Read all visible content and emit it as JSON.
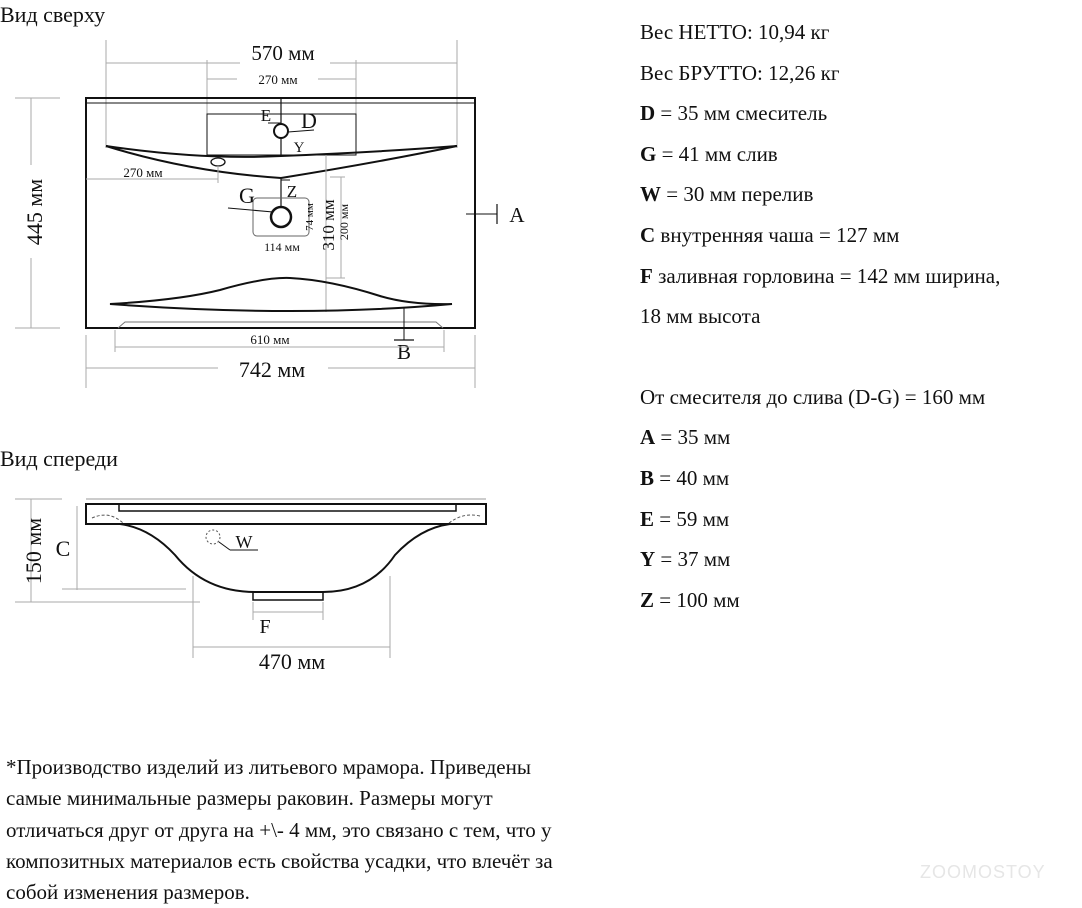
{
  "top_view": {
    "title": "Вид сверху",
    "dim_width_inner": "570 мм",
    "dim_faucet_zone": "270 мм",
    "dim_overflow_offset": "270 мм",
    "dim_drain_width": "114 мм",
    "dim_drain_height": "74 мм",
    "dim_310": "310 мм",
    "dim_200": "200 мм",
    "dim_depth": "445 мм",
    "dim_front": "610 мм",
    "dim_total_width": "742 мм",
    "labels": {
      "E": "E",
      "D": "D",
      "Y": "Y",
      "Z": "Z",
      "G": "G",
      "A": "A",
      "B": "B"
    }
  },
  "front_view": {
    "title": "Вид спереди",
    "dim_height": "150 мм",
    "dim_bowl_width": "470 мм",
    "labels": {
      "C": "C",
      "W": "W",
      "F": "F"
    }
  },
  "specs": [
    {
      "key": "",
      "text": "Вес НЕТТО: 10,94 кг"
    },
    {
      "key": "",
      "text": "Вес БРУТТО: 12,26 кг"
    },
    {
      "key": "D",
      "text": " = 35 мм смеситель"
    },
    {
      "key": "G",
      "text": " = 41 мм слив"
    },
    {
      "key": "W",
      "text": " = 30 мм перелив"
    },
    {
      "key": "C",
      "text": " внутренняя чаша = 127 мм"
    },
    {
      "key": "F",
      "text": " заливная горловина = 142 мм ширина,"
    },
    {
      "key": "",
      "text": "18 мм высота"
    }
  ],
  "specs2": [
    {
      "key": "",
      "text": "От смесителя до слива (D-G) = 160 мм"
    },
    {
      "key": "A",
      "text": " = 35 мм"
    },
    {
      "key": "B",
      "text": " = 40 мм"
    },
    {
      "key": "E",
      "text": " = 59 мм"
    },
    {
      "key": "Y",
      "text": " = 37 мм"
    },
    {
      "key": "Z",
      "text": " = 100 мм"
    }
  ],
  "footnote": [
    "*Производство изделий из литьевого мрамора. Приведены",
    "самые минимальные размеры раковин. Размеры могут",
    "отличаться друг от друга на +\\- 4 мм, это связано с тем, что у",
    "композитных материалов есть свойства усадки, что влечёт за",
    "собой изменения размеров."
  ],
  "watermark": "ZOOMOSTOY"
}
